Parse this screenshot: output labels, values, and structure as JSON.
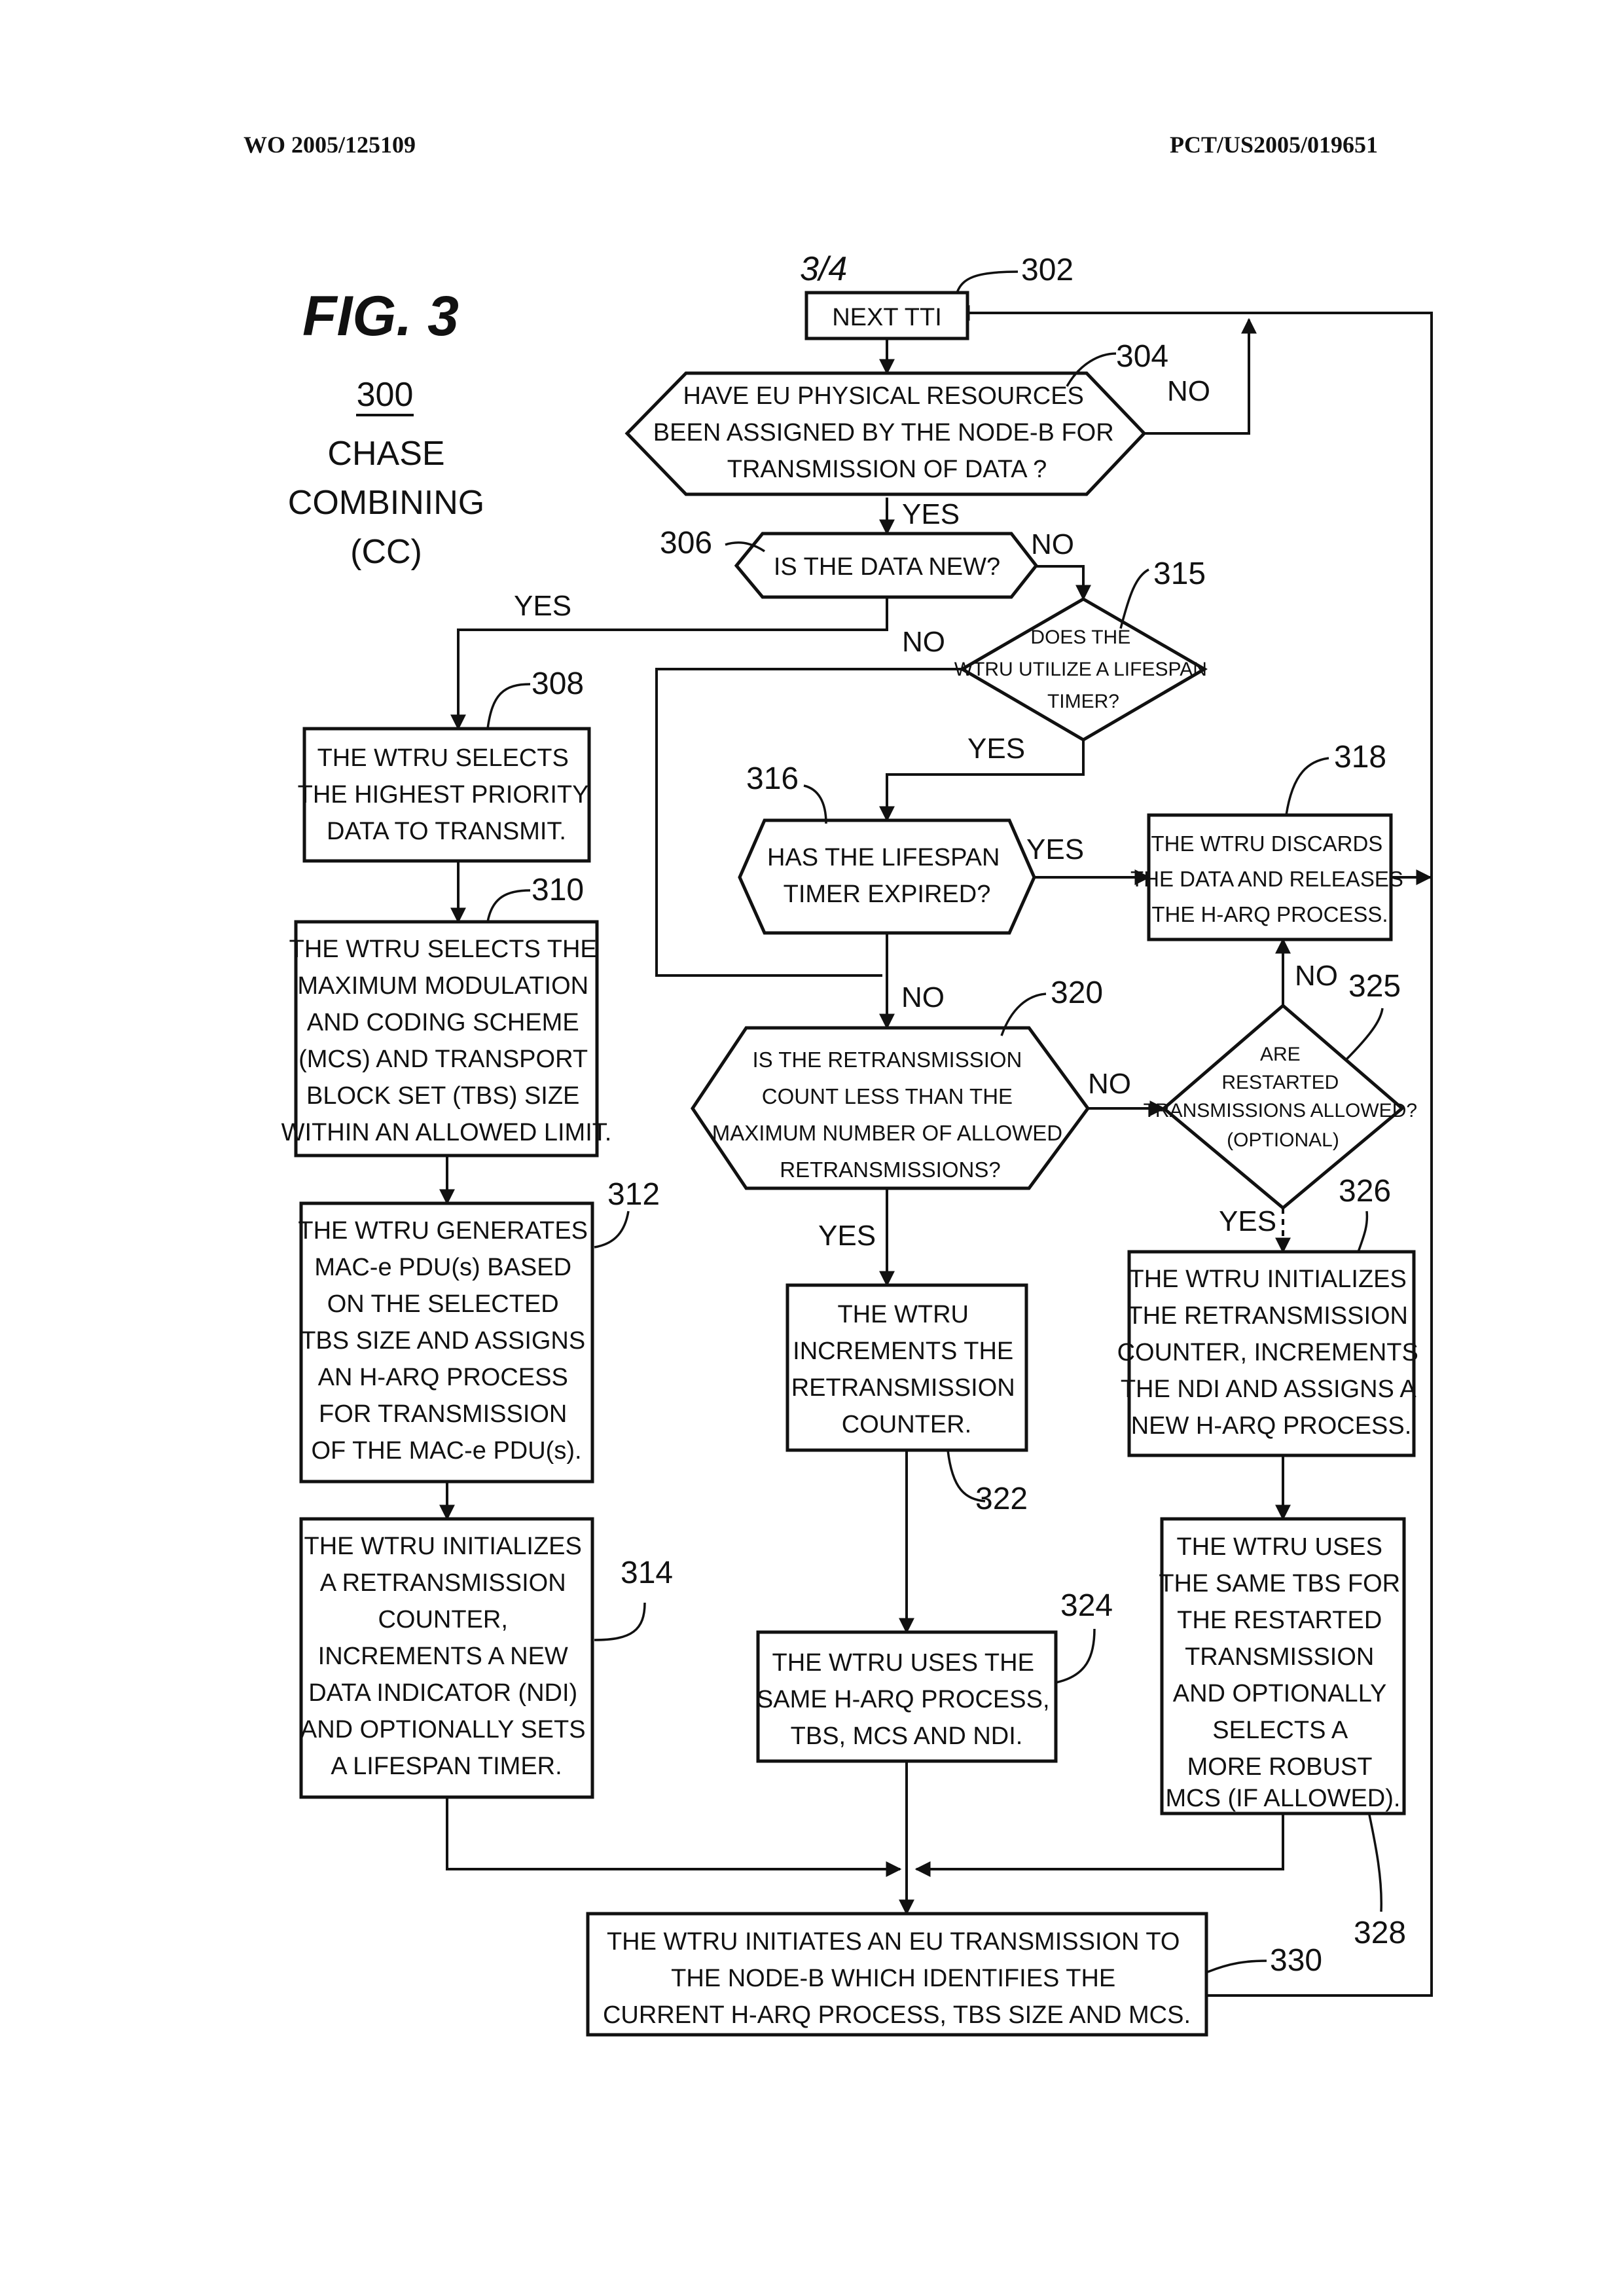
{
  "header": {
    "publication_number": "WO 2005/125109",
    "application_number": "PCT/US2005/019651"
  },
  "figure": {
    "page_indicator": "3/4",
    "title": "FIG. 3",
    "ref_number": "300",
    "name_line1": "CHASE",
    "name_line2": "COMBINING",
    "name_line3": "(CC)"
  },
  "nodes": {
    "n302": {
      "ref": "302",
      "lines": [
        "NEXT TTI"
      ]
    },
    "n304": {
      "ref": "304",
      "lines": [
        "HAVE EU PHYSICAL RESOURCES",
        "BEEN ASSIGNED BY THE NODE-B FOR",
        "TRANSMISSION OF DATA ?"
      ]
    },
    "n306": {
      "ref": "306",
      "lines": [
        "IS THE DATA NEW?"
      ]
    },
    "n315": {
      "ref": "315",
      "lines": [
        "DOES THE",
        "WTRU UTILIZE A LIFESPAN",
        "TIMER?"
      ]
    },
    "n308": {
      "ref": "308",
      "lines": [
        "THE WTRU SELECTS",
        "THE HIGHEST PRIORITY",
        "DATA TO TRANSMIT."
      ]
    },
    "n310": {
      "ref": "310",
      "lines": [
        "THE WTRU SELECTS THE",
        "MAXIMUM MODULATION",
        "AND CODING SCHEME",
        "(MCS) AND TRANSPORT",
        "BLOCK SET (TBS) SIZE",
        "WITHIN AN ALLOWED LIMIT."
      ]
    },
    "n312": {
      "ref": "312",
      "lines": [
        "THE WTRU GENERATES",
        "MAC-e PDU(s) BASED",
        "ON THE SELECTED",
        "TBS SIZE AND ASSIGNS",
        "AN H-ARQ PROCESS",
        "FOR TRANSMISSION",
        "OF THE MAC-e PDU(s)."
      ]
    },
    "n314": {
      "ref": "314",
      "lines": [
        "THE WTRU INITIALIZES",
        "A RETRANSMISSION",
        "COUNTER,",
        "INCREMENTS A NEW",
        "DATA INDICATOR (NDI)",
        "AND OPTIONALLY SETS",
        "A LIFESPAN TIMER."
      ]
    },
    "n316": {
      "ref": "316",
      "lines": [
        "HAS THE LIFESPAN",
        "TIMER EXPIRED?"
      ]
    },
    "n318": {
      "ref": "318",
      "lines": [
        "THE WTRU DISCARDS",
        "THE DATA AND RELEASES",
        "THE H-ARQ PROCESS."
      ]
    },
    "n320": {
      "ref": "320",
      "lines": [
        "IS THE RETRANSMISSION",
        "COUNT LESS THAN THE",
        "MAXIMUM NUMBER OF ALLOWED",
        "RETRANSMISSIONS?"
      ]
    },
    "n325": {
      "ref": "325",
      "lines": [
        "ARE",
        "RESTARTED",
        "TRANSMISSIONS ALLOWED?",
        "(OPTIONAL)"
      ]
    },
    "n322": {
      "ref": "322",
      "lines": [
        "THE WTRU",
        "INCREMENTS THE",
        "RETRANSMISSION",
        "COUNTER."
      ]
    },
    "n326": {
      "ref": "326",
      "lines": [
        "THE WTRU INITIALIZES",
        "THE RETRANSMISSION",
        "COUNTER, INCREMENTS",
        "THE NDI AND ASSIGNS A",
        "NEW H-ARQ PROCESS."
      ]
    },
    "n324": {
      "ref": "324",
      "lines": [
        "THE WTRU USES THE",
        "SAME H-ARQ PROCESS,",
        "TBS, MCS AND NDI."
      ]
    },
    "n328": {
      "ref": "328",
      "lines": [
        "THE WTRU USES",
        "THE SAME TBS FOR",
        "THE RESTARTED",
        "TRANSMISSION",
        "AND OPTIONALLY",
        "SELECTS A",
        "MORE ROBUST",
        "MCS (IF ALLOWED)."
      ]
    },
    "n330": {
      "ref": "330",
      "lines": [
        "THE WTRU INITIATES AN EU TRANSMISSION TO",
        "THE NODE-B WHICH IDENTIFIES THE",
        "CURRENT H-ARQ PROCESS, TBS SIZE AND MCS."
      ]
    }
  },
  "edge_labels": {
    "e304_no": "NO",
    "e304_yes": "YES",
    "e306_no": "NO",
    "e306_yes": "YES",
    "e315_no": "NO",
    "e315_yes": "YES",
    "e316_yes": "YES",
    "e316_no": "NO",
    "e320_no": "NO",
    "e320_yes": "YES",
    "e325_no": "NO",
    "e325_yes": "YES"
  }
}
